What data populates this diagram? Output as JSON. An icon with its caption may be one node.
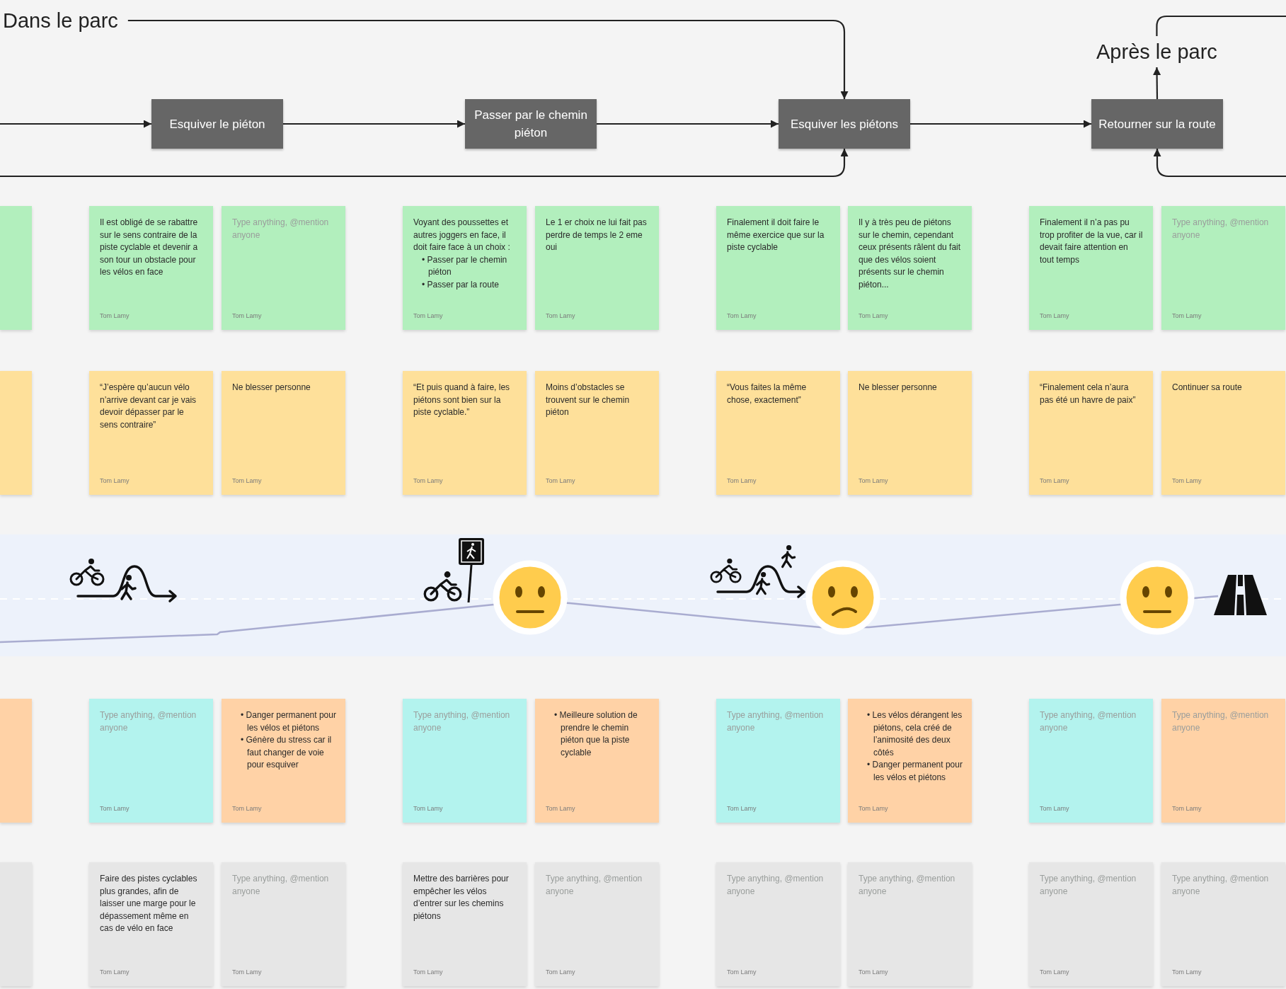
{
  "diagram": {
    "nodes": [
      {
        "text": [
          "Dans le parc"
        ]
      },
      {
        "text": [
          "Après le parc"
        ]
      },
      {
        "text": [
          "Esquiver le piéton"
        ]
      },
      {
        "text": [
          "Passer par le chemin piéton"
        ]
      },
      {
        "text": [
          "Esquiver les piétons"
        ]
      },
      {
        "text": [
          "Retourner sur la route"
        ]
      },
      {
        "text": [
          "Il est obligé de se rabattre sur le sens contraire de la piste cyclable et devenir a son tour un obstacle pour les vélos en face",
          "Tom Lamy"
        ]
      },
      {
        "text": [
          "Type anything, @mention anyone",
          "Tom Lamy"
        ]
      },
      {
        "text": [
          "Voyant des poussettes et autres joggers en face, il doit faire face à un choix :",
          "• Passer par le chemin piéton",
          "• Passer par la route",
          "Tom Lamy"
        ]
      },
      {
        "text": [
          "Le 1 er choix ne lui fait pas perdre de temps le 2 eme oui",
          "Tom Lamy"
        ]
      },
      {
        "text": [
          "Finalement il doit faire le même exercice que sur la piste cyclable",
          "Tom Lamy"
        ]
      },
      {
        "text": [
          "Il y à très peu de piétons sur le chemin, cependant ceux présents râlent du fait que des vélos soient présents sur le chemin piéton...",
          "Tom Lamy"
        ]
      },
      {
        "text": [
          "Finalement il n’a pas pu trop profiter de la vue, car il devait faire attention en tout temps",
          "Tom Lamy"
        ]
      },
      {
        "text": [
          "Type anything, @mention anyone",
          "Tom Lamy"
        ]
      },
      {
        "text": [
          "“J’espère qu’aucun vélo n’arrive devant car je vais devoir dépasser par le sens contraire”",
          "Tom Lamy"
        ]
      },
      {
        "text": [
          "Ne blesser personne",
          "Tom Lamy"
        ]
      },
      {
        "text": [
          "“Et puis quand à faire, les piétons sont bien sur la piste cyclable.”",
          "Tom Lamy"
        ]
      },
      {
        "text": [
          "Moins d’obstacles se trouvent sur le chemin piéton",
          "Tom Lamy"
        ]
      },
      {
        "text": [
          "“Vous faites la même chose, exactement”",
          "Tom Lamy"
        ]
      },
      {
        "text": [
          "Ne blesser personne",
          "Tom Lamy"
        ]
      },
      {
        "text": [
          "“Finalement cela n’aura pas été un havre de paix”",
          "Tom Lamy"
        ]
      },
      {
        "text": [
          "Continuer sa route",
          "Tom Lamy"
        ]
      },
      {
        "text": [
          "Type anything, @mention anyone",
          "Tom Lamy"
        ]
      },
      {
        "text": [
          "• Danger permanent pour les vélos et piétons",
          "• Génère du stress car il faut changer de voie pour esquiver",
          "Tom Lamy"
        ]
      },
      {
        "text": [
          "Type anything, @mention anyone",
          "Tom Lamy"
        ]
      },
      {
        "text": [
          "• Meilleure solution de prendre le chemin piéton que la piste cyclable",
          "Tom Lamy"
        ]
      },
      {
        "text": [
          "Type anything, @mention anyone",
          "Tom Lamy"
        ]
      },
      {
        "text": [
          "• Les vélos dérangent les piétons, cela créé de l’animosité des deux côtés",
          "• Danger permanent pour les vélos et piétons",
          "Tom Lamy"
        ]
      },
      {
        "text": [
          "Type anything, @mention anyone",
          "Tom Lamy"
        ]
      },
      {
        "text": [
          "Type anything, @mention anyone",
          "Tom Lamy"
        ]
      },
      {
        "text": [
          "Faire des pistes cyclables plus grandes, afin de laisser une marge pour le dépassement même en cas de vélo en face",
          "Tom Lamy"
        ]
      },
      {
        "text": [
          "Type anything, @mention anyone",
          "Tom Lamy"
        ]
      },
      {
        "text": [
          "Mettre des barrières pour empêcher les vélos d’entrer sur les chemins piétons",
          "Tom Lamy"
        ]
      },
      {
        "text": [
          "Type anything, @mention anyone",
          "Tom Lamy"
        ]
      },
      {
        "text": [
          "Type anything, @mention anyone",
          "Tom Lamy"
        ]
      },
      {
        "text": [
          "Type anything, @mention anyone",
          "Tom Lamy"
        ]
      },
      {
        "text": [
          "Type anything, @mention anyone",
          "Tom Lamy"
        ]
      },
      {
        "text": [
          "Type anything, @mention anyone",
          "Tom Lamy"
        ]
      },
      {
        "text": [],
        "shape": "box"
      },
      {
        "text": [],
        "shape": "box"
      },
      {
        "text": [],
        "shape": "box"
      },
      {
        "text": [],
        "shape": "box"
      }
    ],
    "edges": [
      {
        "from": null,
        "to": 2,
        "arrow": "to"
      },
      {
        "from": 2,
        "to": 3,
        "arrow": "to"
      },
      {
        "from": 3,
        "to": 4,
        "arrow": "to"
      },
      {
        "from": 4,
        "to": 5,
        "arrow": "to"
      },
      {
        "from": 0,
        "to": 4,
        "arrow": "to"
      },
      {
        "from": null,
        "to": 4,
        "arrow": "to"
      },
      {
        "from": 5,
        "to": 1,
        "arrow": "to"
      },
      {
        "from": null,
        "to": 1,
        "arrow": "none"
      },
      {
        "from": null,
        "to": 5,
        "arrow": "to"
      }
    ]
  }
}
